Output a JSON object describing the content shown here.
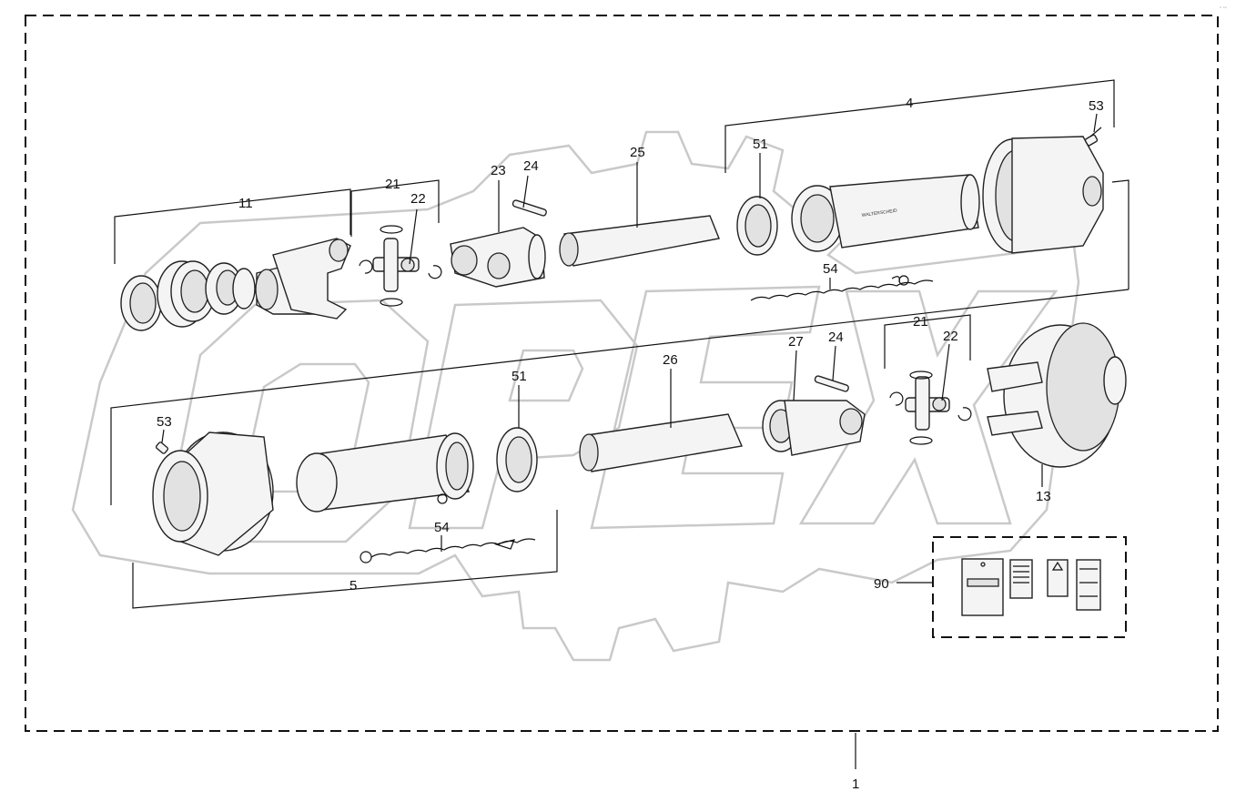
{
  "diagram": {
    "watermark_text": "OPEX",
    "brand_on_tube": "WALTERSCHEID",
    "labels": {
      "assembly": "1",
      "tube_outer_group": "4",
      "tube_inner_group": "5",
      "yoke_group": "11",
      "clutch_yoke": "13",
      "cross_journal_top": "21",
      "cross_journal_bottom": "21",
      "circlip_top": "22",
      "circlip_bottom": "22",
      "inner_yoke": "23",
      "pin_top": "24",
      "pin_bottom": "24",
      "profile_tube_top": "25",
      "profile_tube_bottom": "26",
      "outer_yoke": "27",
      "bearing_ring_top": "51",
      "bearing_ring_bottom": "51",
      "screw_top": "53",
      "screw_bottom": "53",
      "chain_top": "54",
      "chain_bottom": "54",
      "decal_set": "90"
    }
  }
}
